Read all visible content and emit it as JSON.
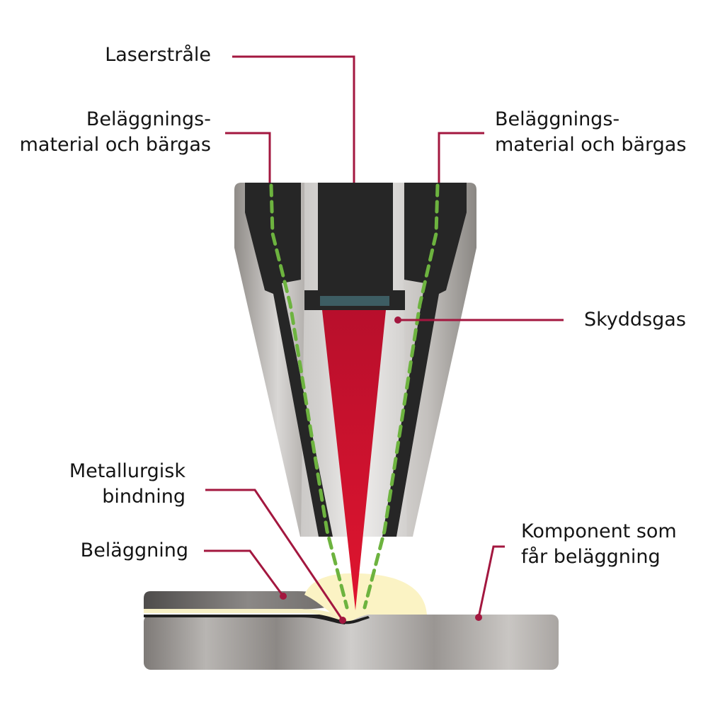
{
  "labels": {
    "laser_beam": "Laserstråle",
    "feed_left": {
      "line1": "Beläggnings-",
      "line2": "material och bärgas"
    },
    "feed_right": {
      "line1": "Beläggnings-",
      "line2": "material och bärgas"
    },
    "shielding_gas": "Skyddsgas",
    "metallurgical_bond": {
      "line1": "Metallurgisk",
      "line2": "bindning"
    },
    "coating": "Beläggning",
    "component": {
      "line1": "Komponent som",
      "line2": "får beläggning"
    }
  },
  "colors": {
    "leader_line": "#a3173f",
    "laser_beam": "#c8102e",
    "powder_stream": "#6db33f",
    "melt_pool": "#fbf3c4",
    "nozzle_dark": "#262626",
    "nozzle_metal": "#b9b6b3",
    "lens": "#3d5d63"
  }
}
